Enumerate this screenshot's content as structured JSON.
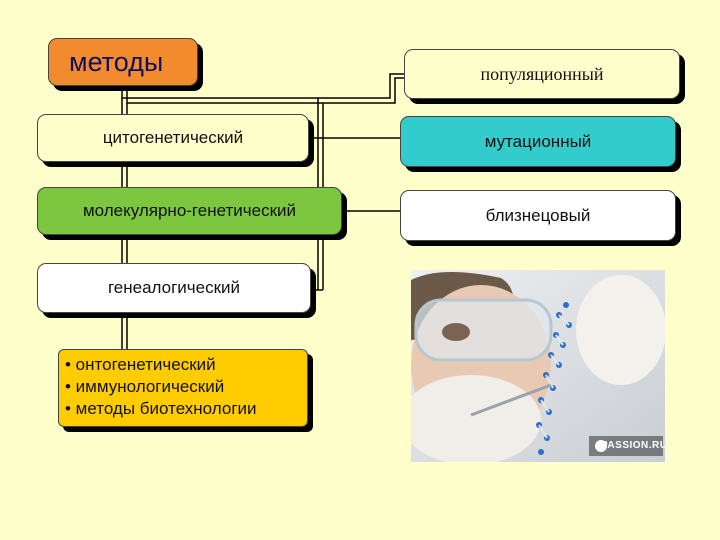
{
  "diagram": {
    "root": {
      "label": "методы"
    },
    "left_nodes": [
      {
        "label": "цитогенетический",
        "color": "#ffffcc"
      },
      {
        "label": "молекулярно-генетический",
        "color": "#7cc640"
      },
      {
        "label": "генеалогический",
        "color": "#ffffff"
      }
    ],
    "other_methods": {
      "items": [
        "• онтогенетический",
        "• иммунологический",
        "• методы биотехнологии"
      ],
      "color": "#ffcc00"
    },
    "right_nodes": [
      {
        "label": "популяционный",
        "color": "#ffffcc"
      },
      {
        "label": "мутационный",
        "color": "#33cccc"
      },
      {
        "label": "близнецовый",
        "color": "#ffffff"
      }
    ],
    "root_color": "#f28a2e"
  },
  "photo": {
    "watermark": "PASSION.RU"
  }
}
